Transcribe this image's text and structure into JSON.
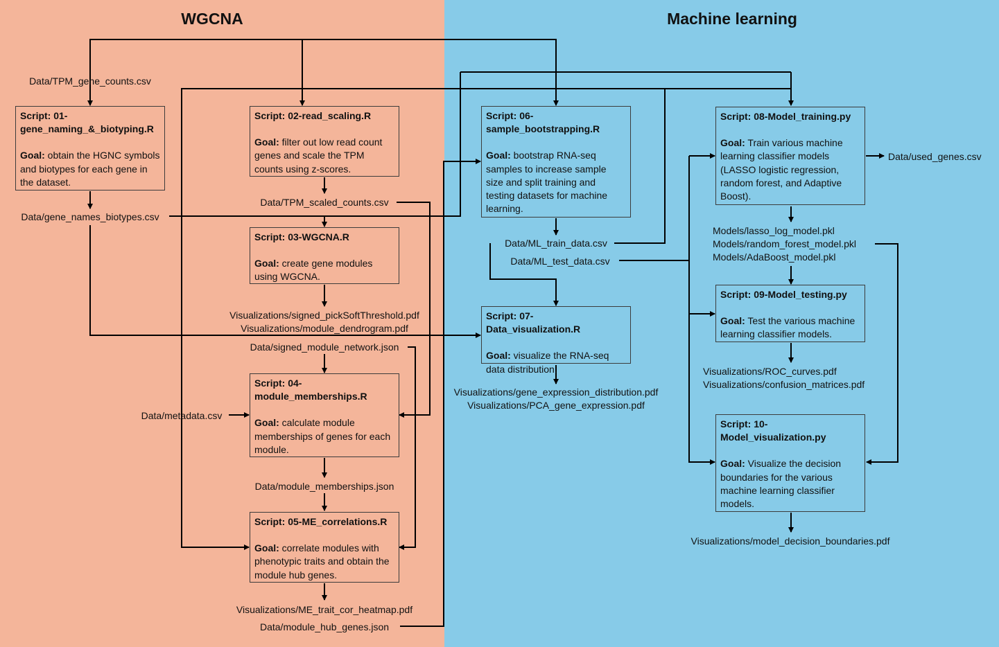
{
  "titles": {
    "wgcna": "WGCNA",
    "ml": "Machine learning"
  },
  "colors": {
    "wgcna_panel": "#f4b59a",
    "ml_panel": "#87cbe8",
    "line": "#000000",
    "box_border": "#3b3b3b"
  },
  "goal_label": "Goal:",
  "scripts": {
    "s01": {
      "title": "Script: 01-\ngene_naming_&_biotyping.R",
      "goal": " obtain the HGNC symbols and biotypes for each gene in the dataset."
    },
    "s02": {
      "title": "Script: 02-read_scaling.R",
      "goal": " filter out low read count genes and scale the TPM counts using z-scores."
    },
    "s03": {
      "title": "Script: 03-WGCNA.R",
      "goal": " create gene modules using WGCNA."
    },
    "s04": {
      "title": "Script: 04-\nmodule_memberships.R",
      "goal": " calculate module memberships of genes for each module."
    },
    "s05": {
      "title": "Script: 05-ME_correlations.R",
      "goal": " correlate modules with phenotypic traits and obtain the module hub genes."
    },
    "s06": {
      "title": "Script: 06-\nsample_bootstrapping.R",
      "goal": " bootstrap RNA-seq samples to increase sample size and split training and testing datasets for machine learning."
    },
    "s07": {
      "title": "Script: 07-Data_visualization.R",
      "goal": " visualize the RNA-seq data distribution."
    },
    "s08": {
      "title": "Script: 08-Model_training.py",
      "goal": " Train various machine learning classifier models (LASSO logistic regression, random forest, and Adaptive Boost)."
    },
    "s09": {
      "title": "Script: 09-Model_testing.py",
      "goal": " Test the various machine learning classifier models."
    },
    "s10": {
      "title": "Script: 10-\nModel_visualization.py",
      "goal": " Visualize the decision boundaries for the various machine learning classifier models."
    }
  },
  "files": {
    "tpm_gene_counts": "Data/TPM_gene_counts.csv",
    "gene_names_biotypes": "Data/gene_names_biotypes.csv",
    "tpm_scaled_counts": "Data/TPM_scaled_counts.csv",
    "pick_soft_threshold": "Visualizations/signed_pickSoftThreshold.pdf",
    "module_dendrogram": "Visualizations/module_dendrogram.pdf",
    "signed_module_network": "Data/signed_module_network.json",
    "metadata": "Data/metadata.csv",
    "module_memberships": "Data/module_memberships.json",
    "me_trait_heatmap": "Visualizations/ME_trait_cor_heatmap.pdf",
    "module_hub_genes": "Data/module_hub_genes.json",
    "ml_train_data": "Data/ML_train_data.csv",
    "ml_test_data": "Data/ML_test_data.csv",
    "gene_expression_distribution": "Visualizations/gene_expression_distribution.pdf",
    "pca_gene_expression": "Visualizations/PCA_gene_expression.pdf",
    "used_genes": "Data/used_genes.csv",
    "lasso_model": "Models/lasso_log_model.pkl",
    "random_forest_model": "Models/random_forest_model.pkl",
    "adaboost_model": "Models/AdaBoost_model.pkl",
    "roc_curves": "Visualizations/ROC_curves.pdf",
    "confusion_matrices": "Visualizations/confusion_matrices.pdf",
    "decision_boundaries": "Visualizations/model_decision_boundaries.pdf"
  }
}
